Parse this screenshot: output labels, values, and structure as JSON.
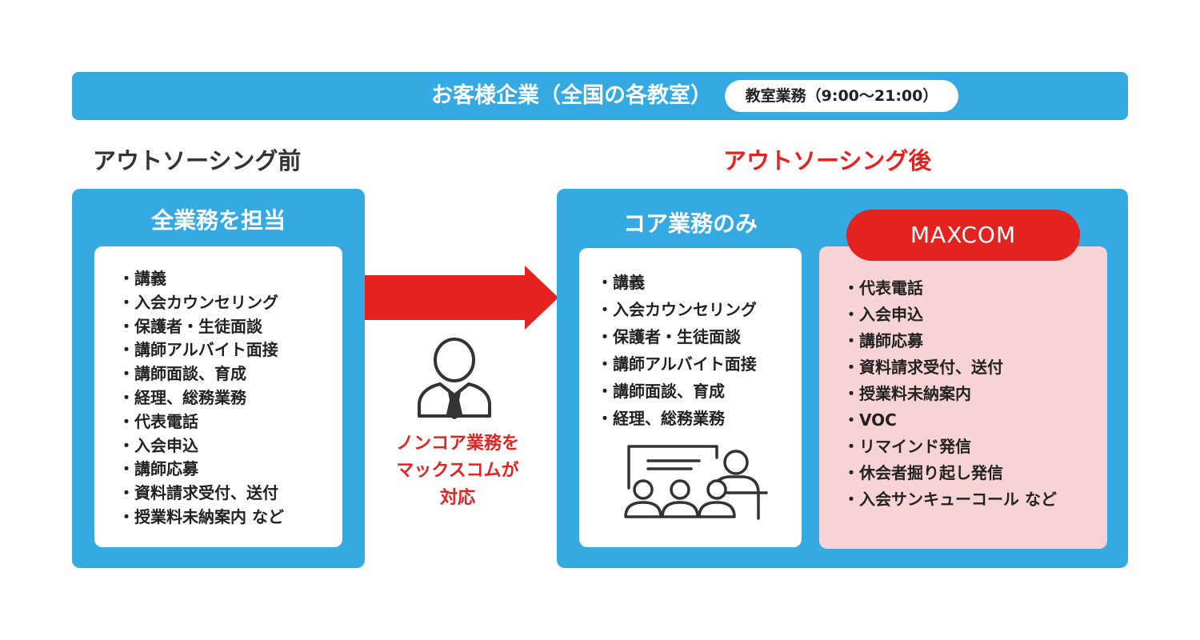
{
  "banner": {
    "title": "お客様企業（全国の各教室）",
    "pill": "教室業務（9:00〜21:00）"
  },
  "before": {
    "label": "アウトソーシング前",
    "panel_title": "全業務を担当",
    "items": [
      "・講義",
      "・入会カウンセリング",
      "・保護者・生徒面談",
      "・講師アルバイト面接",
      "・講師面談、育成",
      "・経理、総務業務",
      "・代表電話",
      "・入会申込",
      "・講師応募",
      "・資料請求受付、送付",
      "・授業料未納案内 など"
    ]
  },
  "middle": {
    "caption_lines": [
      "ノンコア業務を",
      "マックスコムが",
      "対応"
    ]
  },
  "after": {
    "label": "アウトソーシング後",
    "core_title": "コア業務のみ",
    "core_items": [
      "・講義",
      "・入会カウンセリング",
      "・保護者・生徒面談",
      "・講師アルバイト面接",
      "・講師面談、育成",
      "・経理、総務業務"
    ],
    "maxcom_label": "MAXCOM",
    "maxcom_items": [
      "・代表電話",
      "・入会申込",
      "・講師応募",
      "・資料請求受付、送付",
      "・授業料未納案内",
      "・VOC",
      "・リマインド発信",
      "・休会者掘り起し発信",
      "・入会サンキューコール など"
    ]
  },
  "icons": {
    "person": "businessman-icon",
    "classroom": "classroom-icon",
    "arrow": "arrow-right-icon"
  },
  "colors": {
    "blue": "#35a9e2",
    "red": "#e42320",
    "pink": "#f8d3d5"
  }
}
